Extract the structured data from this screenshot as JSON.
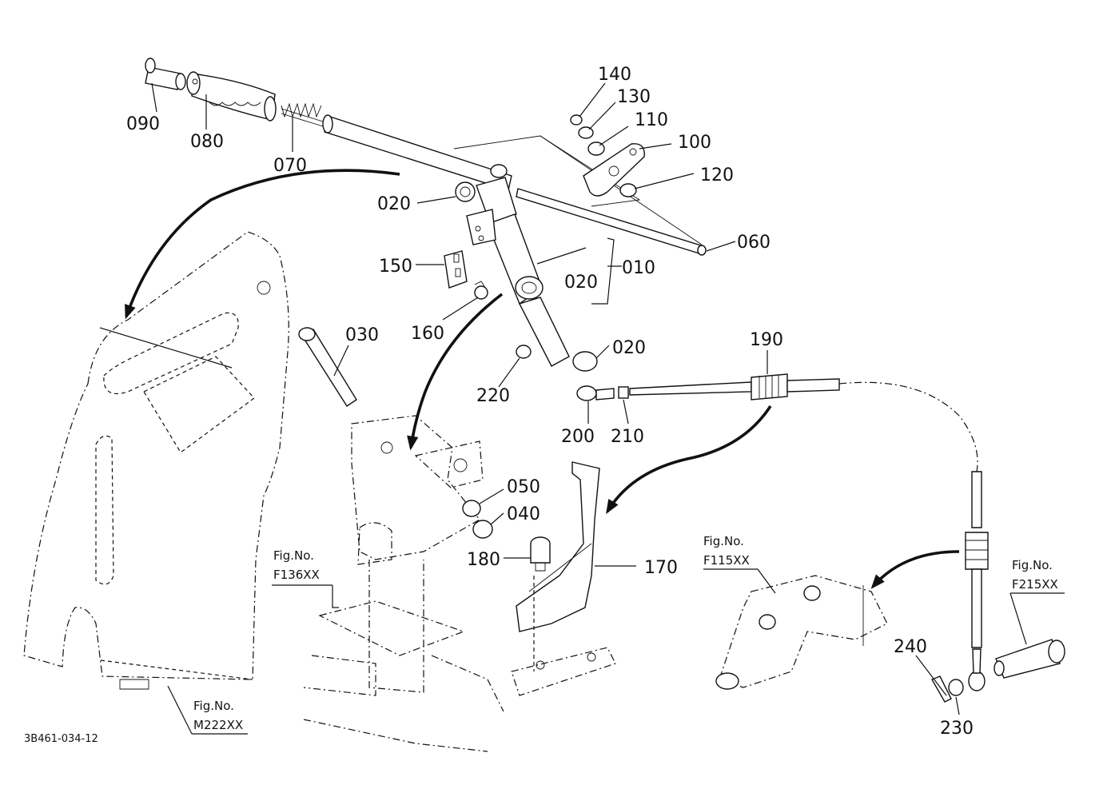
{
  "parts": [
    {
      "id": "p140",
      "label": "140"
    },
    {
      "id": "p130",
      "label": "130"
    },
    {
      "id": "p110",
      "label": "110"
    },
    {
      "id": "p100",
      "label": "100"
    },
    {
      "id": "p120",
      "label": "120"
    },
    {
      "id": "p090",
      "label": "090"
    },
    {
      "id": "p080",
      "label": "080"
    },
    {
      "id": "p070",
      "label": "070"
    },
    {
      "id": "p020a",
      "label": "020"
    },
    {
      "id": "p060",
      "label": "060"
    },
    {
      "id": "p150",
      "label": "150"
    },
    {
      "id": "p010",
      "label": "010"
    },
    {
      "id": "p020b",
      "label": "020"
    },
    {
      "id": "p160",
      "label": "160"
    },
    {
      "id": "p030",
      "label": "030"
    },
    {
      "id": "p190",
      "label": "190"
    },
    {
      "id": "p020c",
      "label": "020"
    },
    {
      "id": "p220",
      "label": "220"
    },
    {
      "id": "p200",
      "label": "200"
    },
    {
      "id": "p210",
      "label": "210"
    },
    {
      "id": "p050",
      "label": "050"
    },
    {
      "id": "p040",
      "label": "040"
    },
    {
      "id": "p180",
      "label": "180"
    },
    {
      "id": "p170",
      "label": "170"
    },
    {
      "id": "p240",
      "label": "240"
    },
    {
      "id": "p230",
      "label": "230"
    }
  ],
  "figure_refs": [
    {
      "id": "f136",
      "title": "Fig.No.",
      "code": "F136XX"
    },
    {
      "id": "f115",
      "title": "Fig.No.",
      "code": "F115XX"
    },
    {
      "id": "f215",
      "title": "Fig.No.",
      "code": "F215XX"
    },
    {
      "id": "m222",
      "title": "Fig.No.",
      "code": "M222XX"
    }
  ],
  "drawing_code": "3B461-034-12"
}
